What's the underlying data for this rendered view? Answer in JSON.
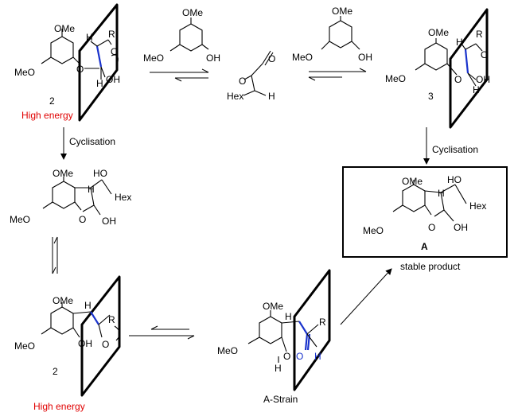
{
  "labels": {
    "OMe": "OMe",
    "MeO": "MeO",
    "OH": "OH",
    "O": "O",
    "H": "H",
    "R": "R",
    "Hex": "Hex",
    "HO": "HO",
    "num2": "2",
    "num3": "3",
    "high_energy": "High energy",
    "cyclisation": "Cyclisation",
    "product_label": "A",
    "stable_product": "stable product",
    "a_strain": "A-Strain"
  },
  "colors": {
    "highlight_text": "#e00000",
    "stereo_bond": "#1a33cc"
  }
}
